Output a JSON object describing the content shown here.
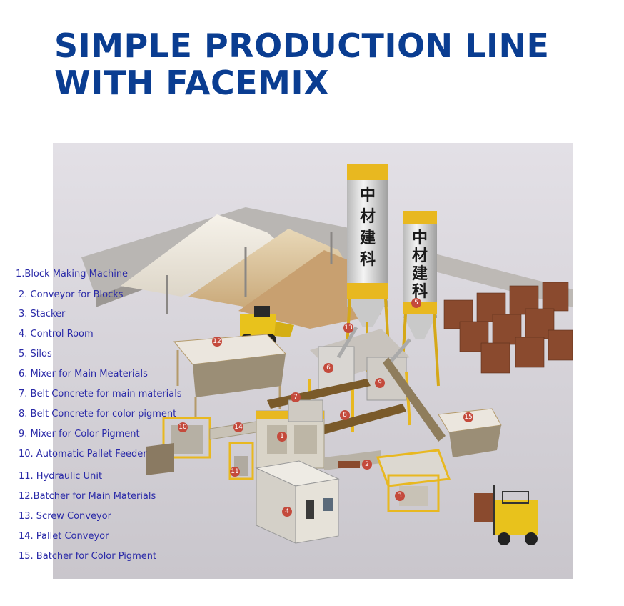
{
  "title": {
    "line1": "SIMPLE PRODUCTION LINE",
    "line2": "WITH FACEMIX"
  },
  "silo_text": [
    "中",
    "材",
    "建",
    "科"
  ],
  "markers": [
    "1",
    "2",
    "3",
    "4",
    "5",
    "6",
    "7",
    "8",
    "9",
    "10",
    "11",
    "12",
    "13",
    "14",
    "15"
  ],
  "legend": [
    "1.Block Making Machine",
    "2. Conveyor for Blocks",
    "3. Stacker",
    "4. Control Room",
    "5. Silos",
    "6. Mixer for Main Meaterials",
    "7. Belt Concrete for main materials",
    "8. Belt Concrete for color pigment",
    "9. Mixer for Color Pigment",
    "10. Automatic Pallet Feeder",
    "11. Hydraulic Unit",
    "12.Batcher for Main Materials",
    "13. Screw Conveyor",
    "14. Pallet Conveyor",
    "15. Batcher for Color Pigment"
  ],
  "colors": {
    "title": "#0a3d91",
    "legend_text": "#2a2aa8",
    "machine_yellow": "#e8b820",
    "marker_red": "#c44a3c"
  }
}
